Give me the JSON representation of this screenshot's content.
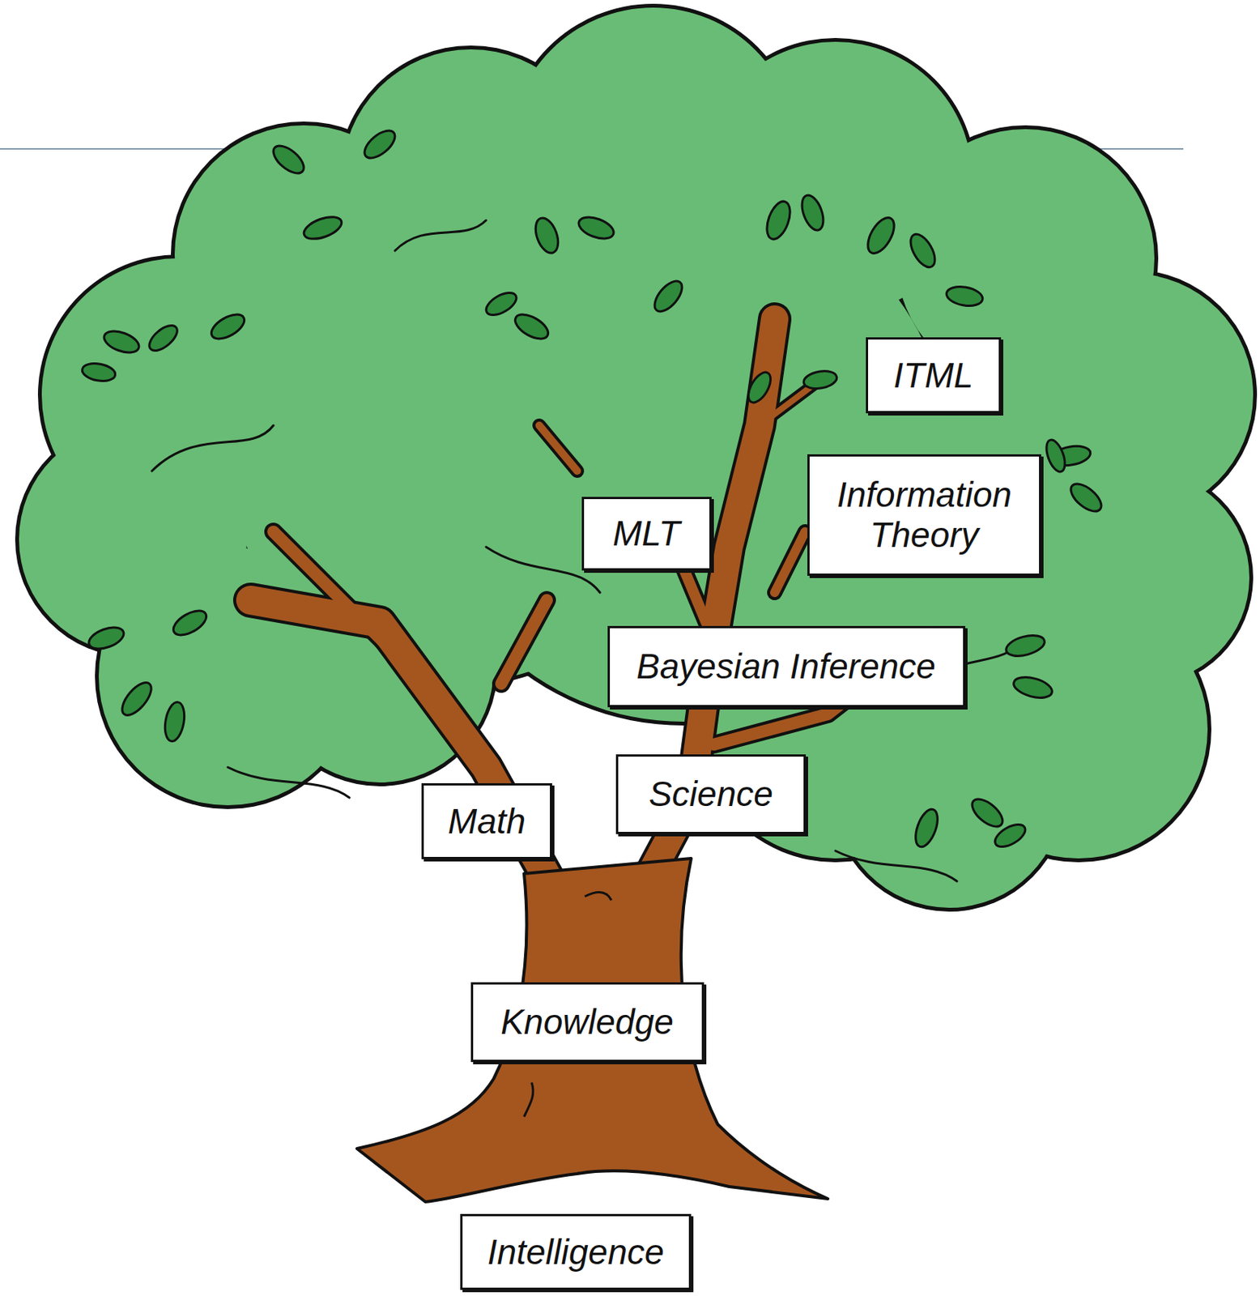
{
  "diagram": {
    "nodes": [
      {
        "text": [
          "ITML"
        ]
      },
      {
        "text": [
          "Information Theory"
        ]
      },
      {
        "text": [
          "MLT"
        ]
      },
      {
        "text": [
          "Bayesian Inference"
        ]
      },
      {
        "text": [
          "Math"
        ]
      },
      {
        "text": [
          "Science"
        ]
      },
      {
        "text": [
          "Knowledge"
        ]
      },
      {
        "text": [
          "Intelligence"
        ]
      }
    ]
  }
}
